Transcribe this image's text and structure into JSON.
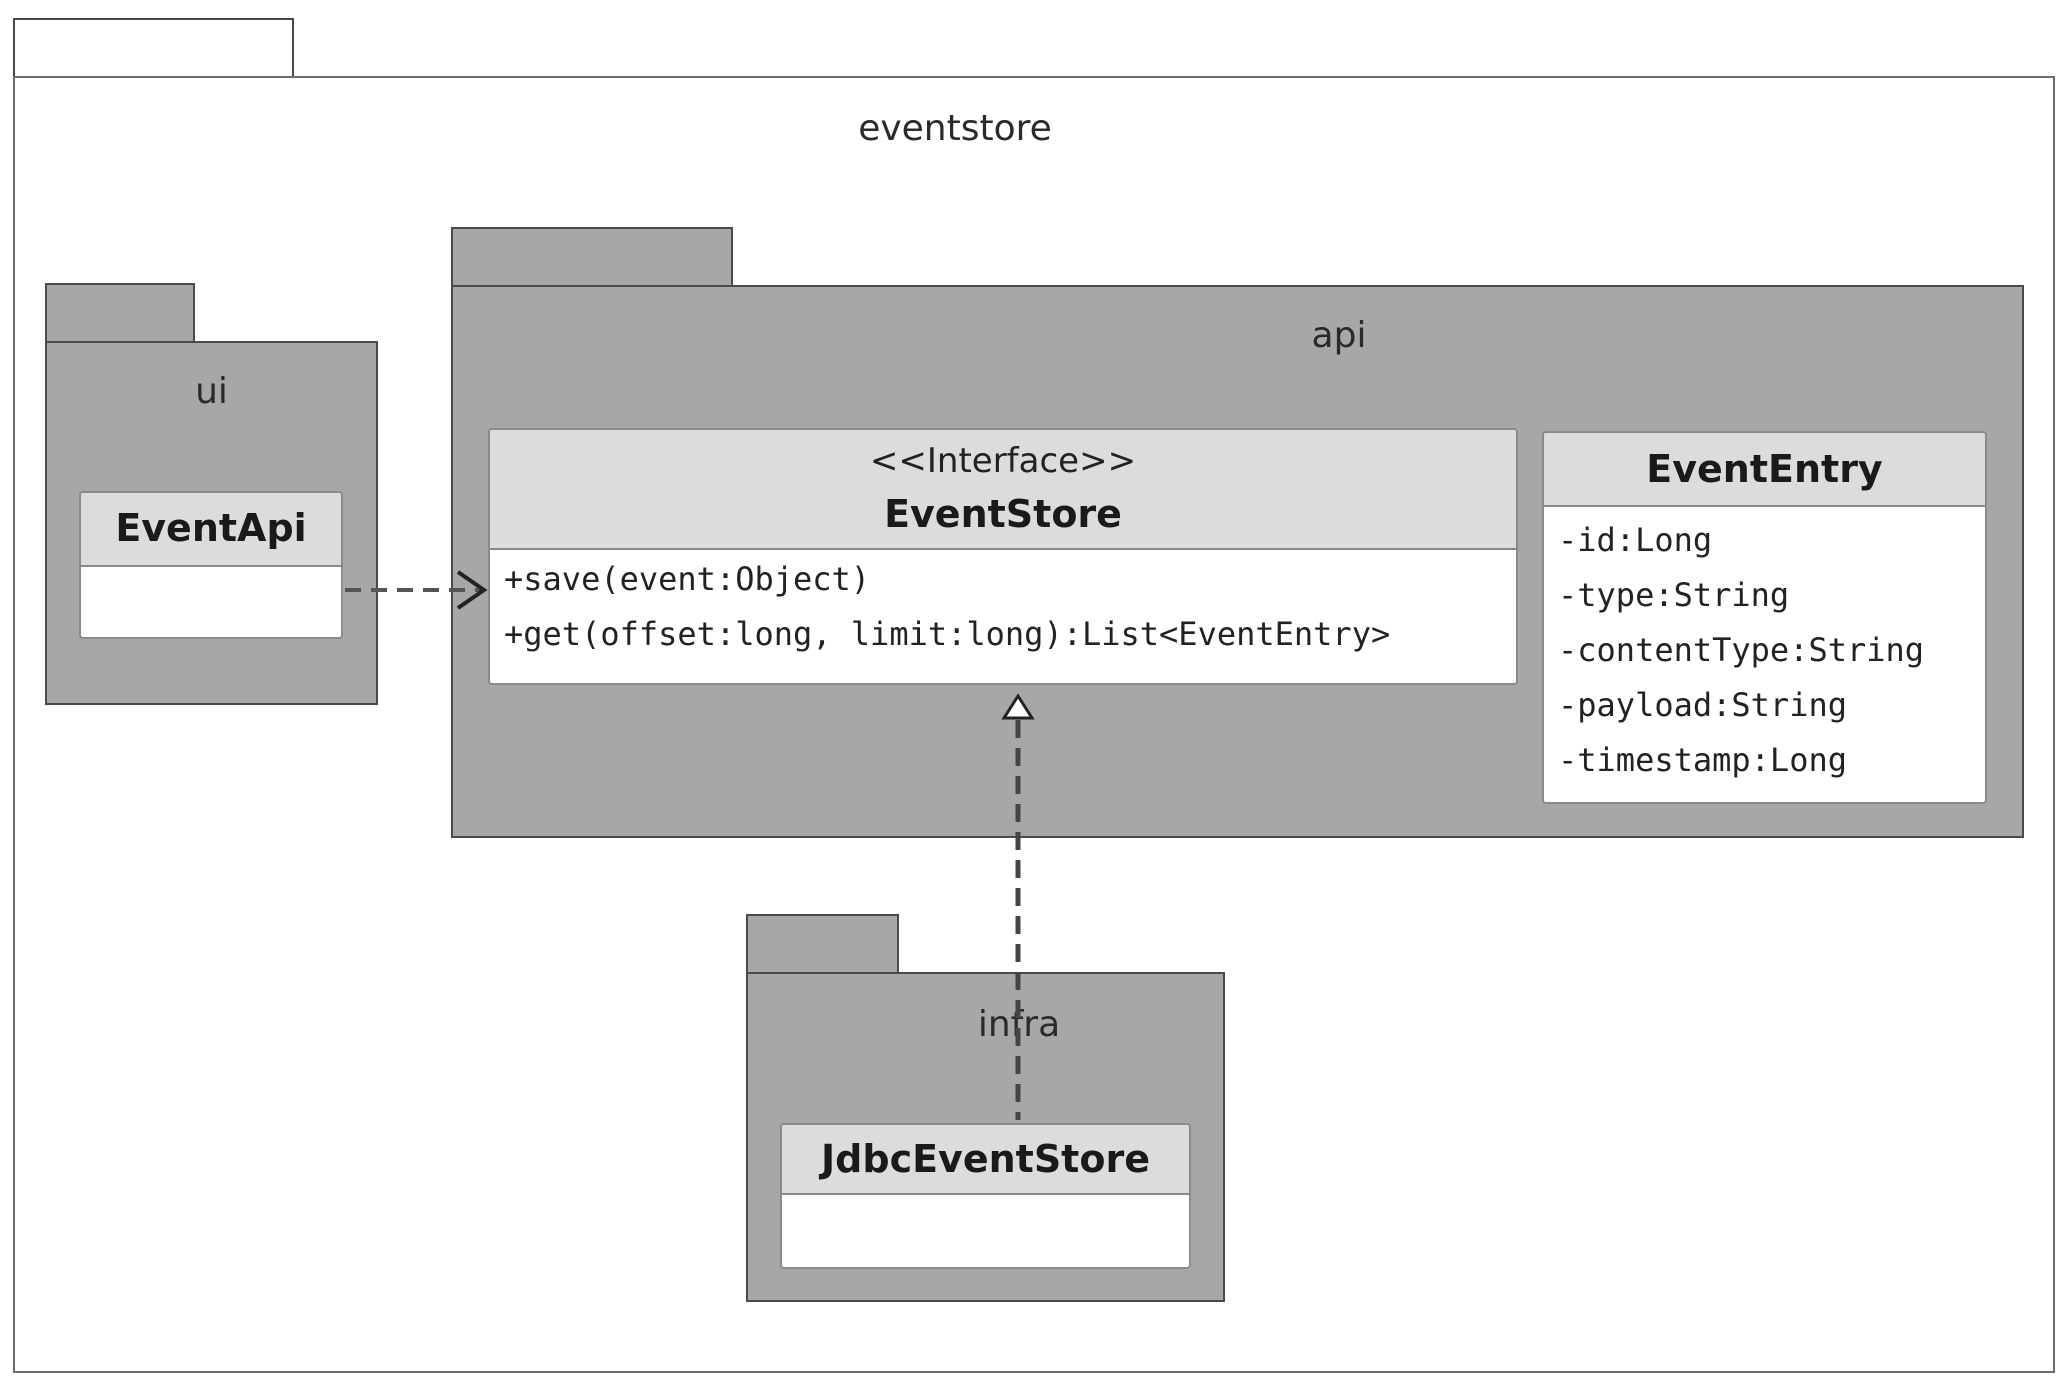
{
  "diagram_type": "UML package/class diagram",
  "packages": {
    "outer": {
      "label": "eventstore"
    },
    "ui": {
      "label": "ui"
    },
    "api": {
      "label": "api"
    },
    "infra": {
      "label": "infra"
    }
  },
  "classes": {
    "event_api": {
      "name": "EventApi",
      "members": []
    },
    "event_store": {
      "stereotype": "<<Interface>>",
      "name": "EventStore",
      "members": [
        "+save(event:Object)",
        "+get(offset:long, limit:long):List<EventEntry>"
      ]
    },
    "event_entry": {
      "name": "EventEntry",
      "members": [
        "-id:Long",
        "-type:String",
        "-contentType:String",
        "-payload:String",
        "-timestamp:Long"
      ]
    },
    "jdbc_event_store": {
      "name": "JdbcEventStore",
      "members": []
    }
  },
  "relationships": [
    {
      "type": "dependency",
      "from": "EventApi",
      "to": "EventStore"
    },
    {
      "type": "realization",
      "from": "JdbcEventStore",
      "to": "EventStore"
    }
  ],
  "colors": {
    "package_fill": "#a6a7a9",
    "class_header": "#dcdcde",
    "class_body": "#ffffff",
    "border": "#4a4a4a"
  }
}
